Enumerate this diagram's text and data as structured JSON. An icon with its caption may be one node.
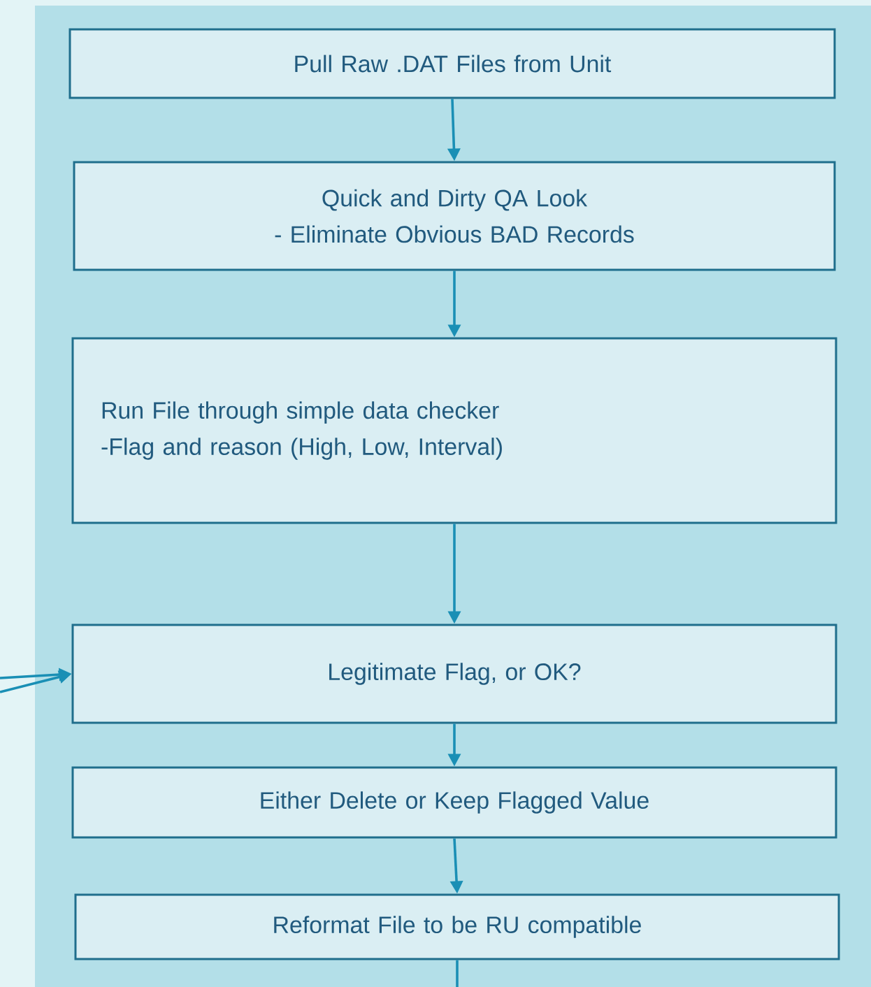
{
  "diagram": {
    "nodes": [
      {
        "text": [
          "Pull Raw .DAT Files from Unit"
        ]
      },
      {
        "text": [
          "Quick and Dirty QA Look",
          "- Eliminate Obvious BAD Records"
        ]
      },
      {
        "text": [
          "Run File through simple data checker",
          "-Flag and reason (High, Low, Interval)"
        ]
      },
      {
        "text": [
          "Legitimate Flag, or OK?"
        ]
      },
      {
        "text": [
          "Either Delete or Keep Flagged Value"
        ]
      },
      {
        "text": [
          "Reformat File to be RU compatible"
        ]
      }
    ],
    "edges": [
      {
        "from": 0,
        "to": 1,
        "arrow": "to"
      },
      {
        "from": 1,
        "to": 2,
        "arrow": "to"
      },
      {
        "from": 2,
        "to": 3,
        "arrow": "to"
      },
      {
        "from": null,
        "to": 3,
        "arrow": "to"
      },
      {
        "from": null,
        "to": 3,
        "arrow": "to"
      },
      {
        "from": 3,
        "to": 4,
        "arrow": "to"
      },
      {
        "from": 4,
        "to": 5,
        "arrow": "to"
      },
      {
        "from": 5,
        "to": null,
        "arrow": "none"
      }
    ]
  }
}
